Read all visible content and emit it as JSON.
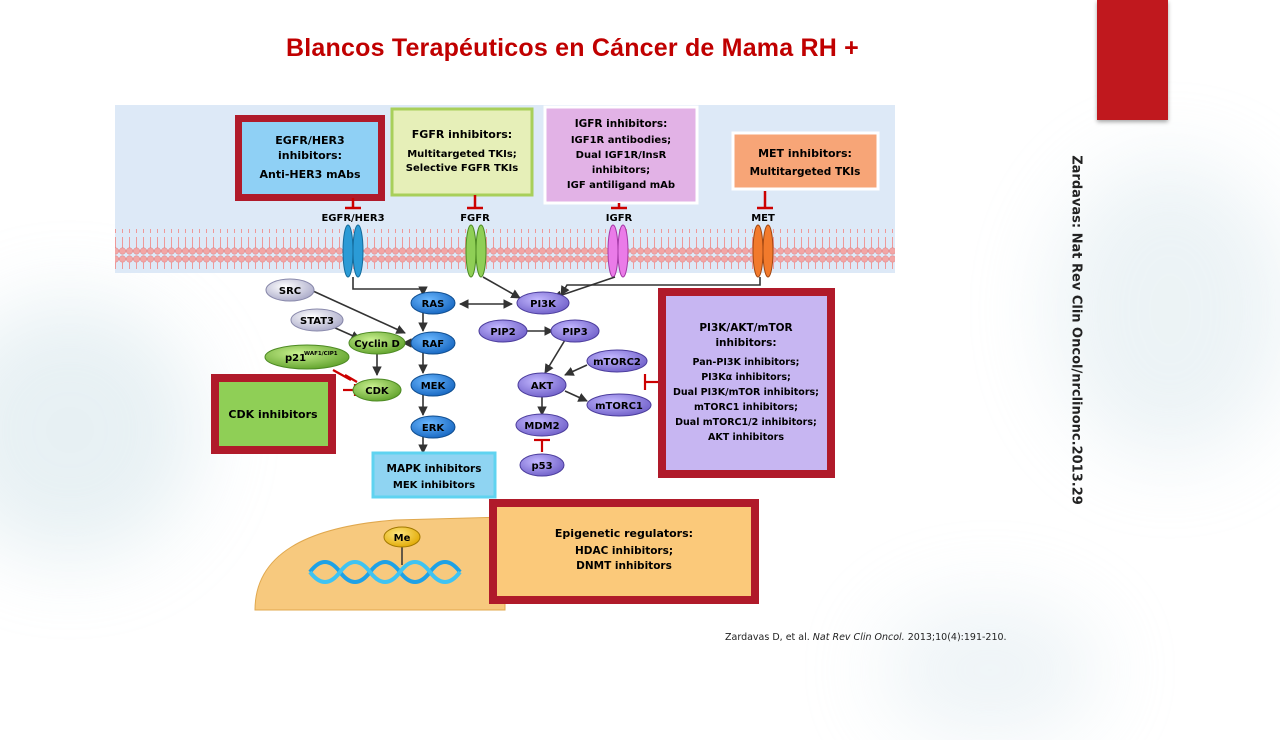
{
  "slide": {
    "title": "Blancos Terapéuticos en Cáncer de Mama RH +",
    "side_citation": "Zardavas: Nat Rev Clin Oncol/nrclinonc.2013.29",
    "colors": {
      "title": "#c00000",
      "accent": "#c0181e"
    }
  },
  "diagram": {
    "boxes": {
      "egfr": {
        "line1": "EGFR/HER3",
        "line2": "inhibitors:",
        "line3": "Anti-HER3 mAbs"
      },
      "fgfr": {
        "line1": "FGFR inhibitors:",
        "line2": "Multitargeted TKIs;",
        "line3": "Selective FGFR TKIs"
      },
      "igfr": {
        "line1": "IGFR inhibitors:",
        "line2": "IGF1R antibodies;",
        "line3": "Dual IGF1R/InsR",
        "line4": "inhibitors;",
        "line5": "IGF antiligand mAb"
      },
      "met": {
        "line1": "MET inhibitors:",
        "line2": "Multitargeted TKIs"
      },
      "pi3k": {
        "line1": "PI3K/AKT/mTOR",
        "line2": "inhibitors:",
        "line3": "Pan-PI3K inhibitors;",
        "line4": "PI3Kα inhibitors;",
        "line5": "Dual PI3K/mTOR inhibitors;",
        "line6": "mTORC1 inhibitors;",
        "line7": "Dual mTORC1/2 inhibitors;",
        "line8": "AKT inhibitors"
      },
      "cdk": {
        "line1": "CDK inhibitors"
      },
      "mapk": {
        "line1": "MAPK inhibitors",
        "line2": "MEK inhibitors"
      },
      "epi": {
        "line1": "Epigenetic regulators:",
        "line2": "HDAC inhibitors;",
        "line3": "DNMT inhibitors"
      }
    },
    "receptors": {
      "egfr": "EGFR/HER3",
      "fgfr": "FGFR",
      "igfr": "IGFR",
      "met": "MET"
    },
    "nodes": {
      "src": "SRC",
      "stat3": "STAT3",
      "cyclin_d": "Cyclin D",
      "p21": "p21",
      "p21_sup": "WAF1/CIP1",
      "cdk": "CDK",
      "ras": "RAS",
      "raf": "RAF",
      "mek": "MEK",
      "erk": "ERK",
      "pi3k": "PI3K",
      "pip2": "PIP2",
      "pip3": "PIP3",
      "mtorc2": "mTORC2",
      "akt": "AKT",
      "mtorc1": "mTORC1",
      "mdm2": "MDM2",
      "p53": "p53",
      "me": "Me"
    },
    "reference": {
      "authors": "Zardavas D, et al.",
      "journal": "Nat Rev Clin Oncol.",
      "details": "2013;10(4):191-210."
    },
    "colors": {
      "membrane_bg": "#dde9f7",
      "lipid": "#f2a6a6",
      "node_blue": "#1f7fd8",
      "node_lavender": "#8e7fd8",
      "node_green": "#8fd14f",
      "nucleus": "#f7c97e"
    }
  }
}
